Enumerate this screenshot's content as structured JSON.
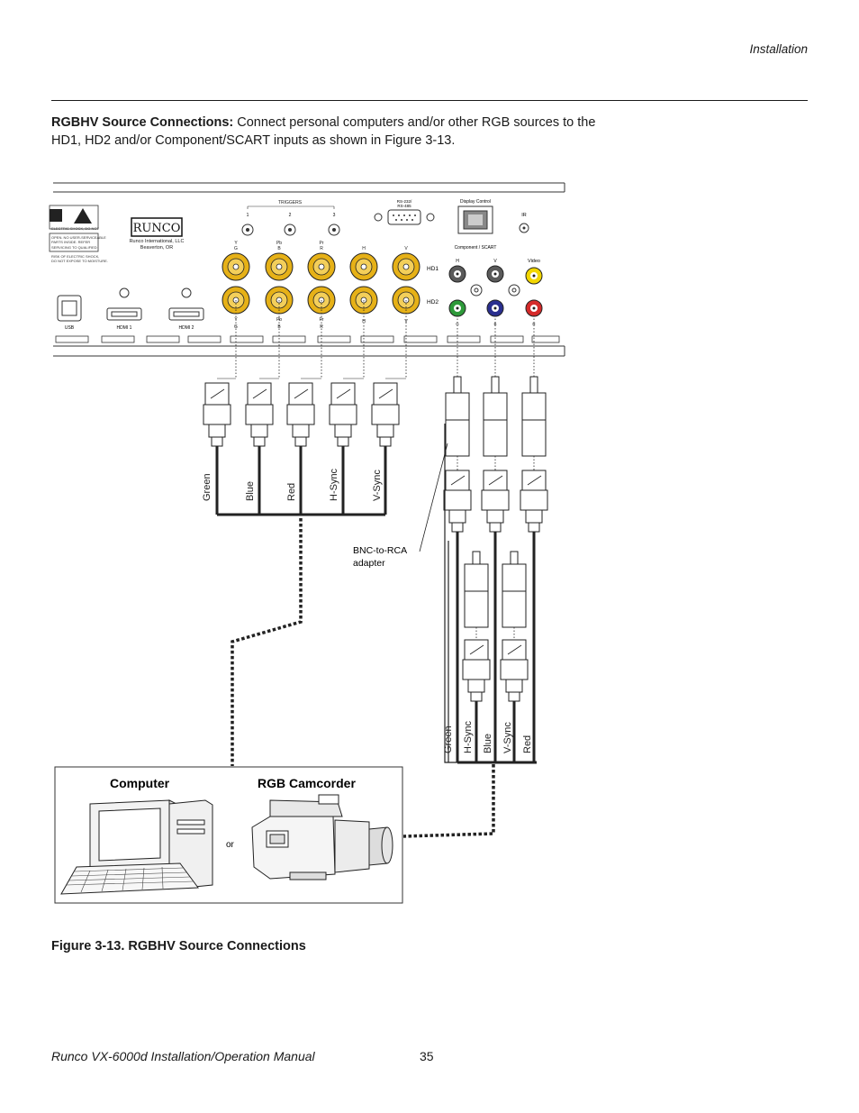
{
  "header": {
    "section": "Installation"
  },
  "intro": {
    "heading": "RGBHV Source Connections:",
    "text": "Connect personal computers and/or other RGB sources to the HD1, HD2 and/or Component/SCART inputs as shown in Figure 3-13."
  },
  "figure": {
    "panel": {
      "triggers_label": "TRIGGERS",
      "trigger_numbers": [
        "1",
        "2",
        "3"
      ],
      "rs232_label": "RS-232/\nRS-485",
      "display_control_label": "Display Control",
      "ir_label": "IR",
      "brand_logo": "RUNCO",
      "company_line1": "Runco International, LLC",
      "company_line2": "Beaverton, OR",
      "component_scart_label": "Component / SCART",
      "hd1_label": "HD1",
      "hd2_label": "HD2",
      "video_label": "Video",
      "top_bnc_labels": [
        [
          "Y",
          "G"
        ],
        [
          "Pb",
          "B"
        ],
        [
          "Pr",
          "R"
        ],
        [
          "H",
          ""
        ],
        [
          "V",
          ""
        ]
      ],
      "bottom_bnc_labels": [
        [
          "Y",
          "G"
        ],
        [
          "Pb",
          "B"
        ],
        [
          "Pr",
          "R"
        ],
        [
          "H",
          ""
        ],
        [
          "V",
          ""
        ]
      ],
      "rca_top_labels": [
        "H",
        "V"
      ],
      "rca_bottom_labels": [
        "G",
        "B",
        "R"
      ],
      "usb_label": "USB",
      "hdmi1_label": "HDMI 1",
      "hdmi2_label": "HDMI 2",
      "warning_lines": [
        "ELECTRIC SHOCK, DO NOT",
        "OPEN. NO USER-SERVICEABLE",
        "PARTS INSIDE. REFER",
        "SERVICING TO QUALIFIED",
        "RISK OF ELECTRIC SHOCK,",
        "DO NOT EXPOSE TO MOISTURE."
      ]
    },
    "bnc_cable_labels": [
      "Green",
      "Blue",
      "Red",
      "H-Sync",
      "V-Sync"
    ],
    "rca_cable_labels": [
      "Green",
      "H-Sync",
      "Blue",
      "V-Sync",
      "Red"
    ],
    "adapter_label": [
      "BNC-to-RCA",
      "adapter"
    ],
    "computer_label": "Computer",
    "camcorder_label": "RGB Camcorder",
    "or_label": "or"
  },
  "caption": "Figure 3-13. RGBHV Source Connections",
  "footer": {
    "title": "Runco VX-6000d Installation/Operation Manual",
    "page": "35"
  },
  "colors": {
    "bnc_gold": "#e6b117",
    "rca_green": "#2e9a3a",
    "rca_blue": "#2a2f8f",
    "rca_red": "#d42a2a",
    "rca_yellow": "#f2d600",
    "rca_gray": "#6a6a6a"
  }
}
